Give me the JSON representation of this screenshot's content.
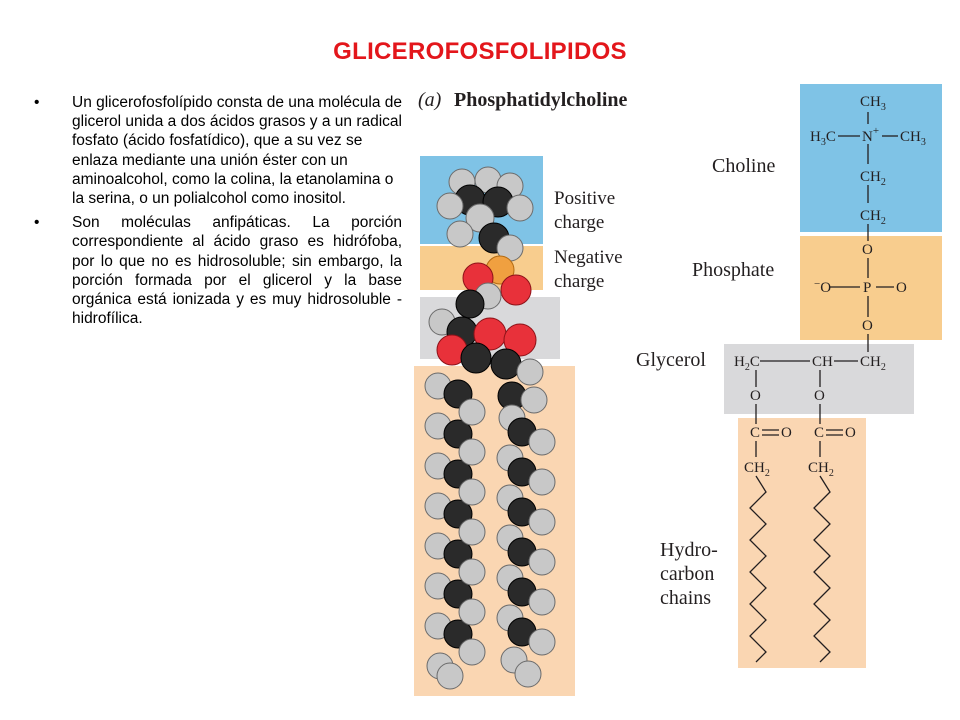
{
  "page": {
    "title": "GLICEROFOSFOLIPIDOS"
  },
  "bullets": [
    {
      "marker": "•",
      "text": "Un glicerofosfolípido consta de una molécula de glicerol unida a dos ácidos grasos y a un radical fosfato (ácido fosfatídico), que a su vez se enlaza mediante una unión éster con un aminoalcohol, como la colina, la etanolamina o la serina, o un polialcohol como inositol."
    },
    {
      "marker": "•",
      "text": "Son moléculas anfipáticas. La porción correspondiente al ácido graso es hidrófoba, por lo que no es hidrosoluble; sin embargo, la porción formada por el glicerol y la base orgánica está ionizada y es muy hidrosoluble -hidrofílica."
    }
  ],
  "figure": {
    "panel_letter": "(a)",
    "panel_title": "Phosphatidylcholine",
    "charge_labels": {
      "positive_1": "Positive",
      "positive_2": "charge",
      "negative_1": "Negative",
      "negative_2": "charge"
    },
    "region_labels": {
      "choline": "Choline",
      "phosphate": "Phosphate",
      "glycerol": "Glycerol",
      "hydro_1": "Hydro-",
      "hydro_2": "carbon",
      "hydro_3": "chains"
    },
    "colors": {
      "choline_bg": "#7fc3e6",
      "phosphate_bg": "#f8cd8e",
      "glycerol_bg": "#d9d9db",
      "hydrocarbon_bg": "#fad6b2",
      "oxygen": "#e8313a",
      "phosphorus": "#f0a040",
      "carbon": "#2a2a2a",
      "hydrogen": "#c8c8c8"
    }
  }
}
